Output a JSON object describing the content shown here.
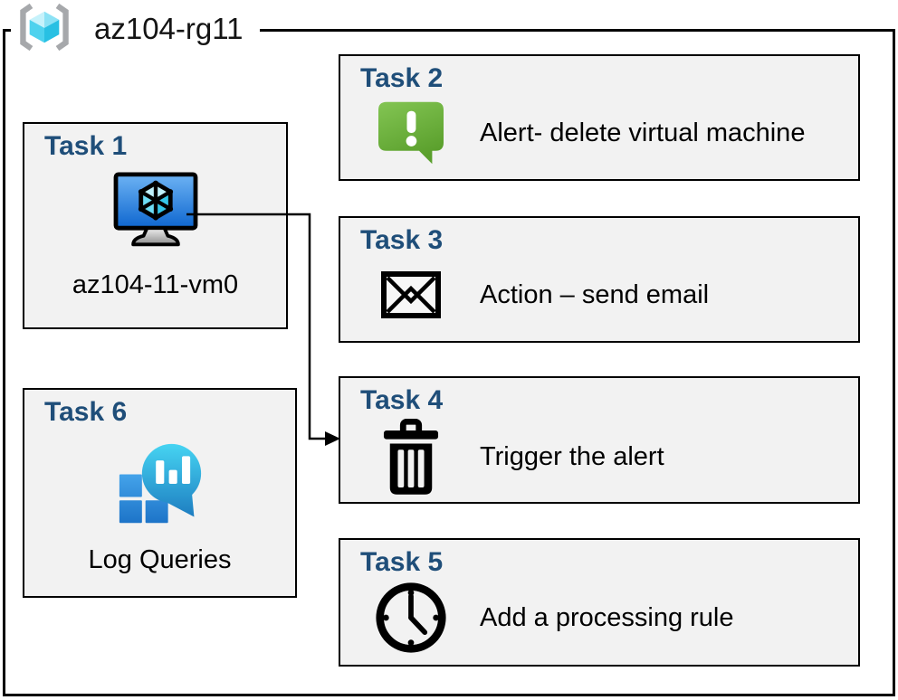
{
  "header": {
    "title": "az104-rg11",
    "icon": "resource-group-icon"
  },
  "tasks": [
    {
      "id": "task1",
      "title": "Task 1",
      "label": "az104-11-vm0",
      "icon": "virtual-machine-icon"
    },
    {
      "id": "task2",
      "title": "Task 2",
      "label": "Alert- delete virtual machine",
      "icon": "alert-icon"
    },
    {
      "id": "task3",
      "title": "Task 3",
      "label": "Action – send email",
      "icon": "email-icon"
    },
    {
      "id": "task4",
      "title": "Task 4",
      "label": "Trigger the alert",
      "icon": "trash-icon"
    },
    {
      "id": "task5",
      "title": "Task 5",
      "label": "Add a processing rule",
      "icon": "clock-icon"
    },
    {
      "id": "task6",
      "title": "Task 6",
      "label": "Log Queries",
      "icon": "log-queries-icon"
    }
  ],
  "connector": {
    "from": "task1",
    "to": "task4",
    "style": "elbow-arrow"
  },
  "colors": {
    "task_title_blue": "#1f4e79",
    "box_background": "#f2f2f2",
    "box_border": "#000000",
    "alert_green": "#6ab43c",
    "vm_screen_blue": "#1f7ae0",
    "log_bubble_cyan": "#2fc3e6",
    "log_square_blue": "#2c88d8",
    "rg_cube_cyan": "#50d8f0",
    "rg_bracket_gray": "#a6a8ab"
  }
}
